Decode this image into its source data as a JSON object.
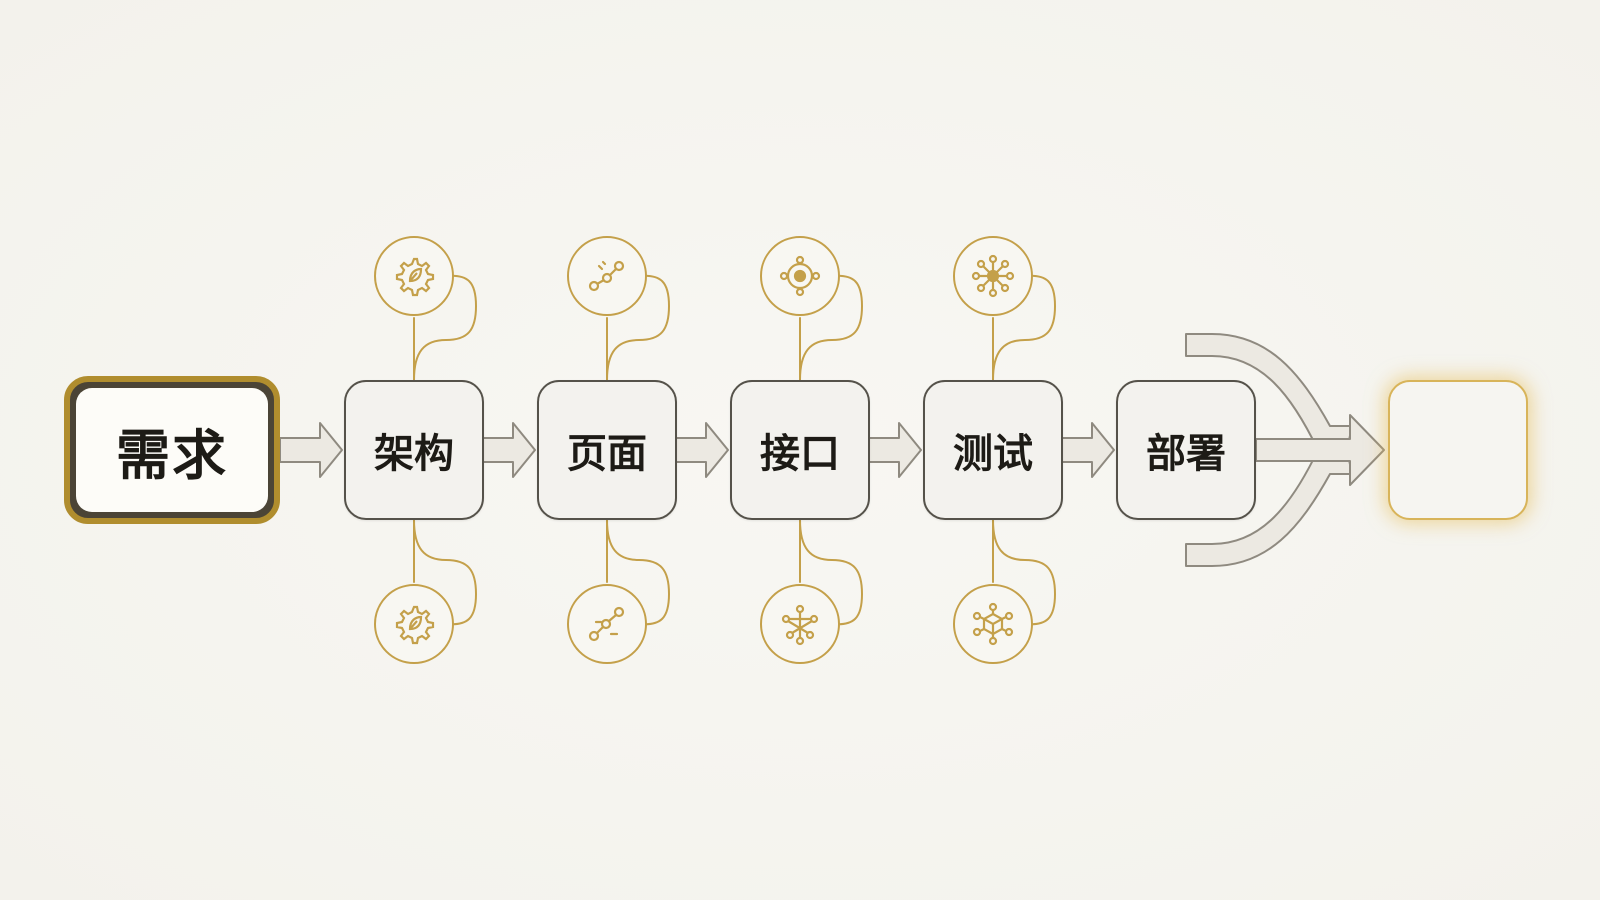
{
  "flow": {
    "start_label": "需求",
    "steps": [
      {
        "label": "架构",
        "icon_top": "gear-leaf-icon",
        "icon_bottom": "gear-leaf-icon"
      },
      {
        "label": "页面",
        "icon_top": "node-path-icon",
        "icon_bottom": "node-path-icon"
      },
      {
        "label": "接口",
        "icon_top": "gear-network-icon",
        "icon_bottom": "network-mesh-icon"
      },
      {
        "label": "测试",
        "icon_top": "hub-spoke-icon",
        "icon_bottom": "cube-network-icon"
      },
      {
        "label": "部署"
      }
    ],
    "result_label": ""
  },
  "colors": {
    "accent_gold": "#c4a04a",
    "start_border": "#b08d2e",
    "box_border": "#55524a",
    "arrow_fill": "#ece9e2",
    "arrow_stroke": "#8f8a80",
    "glow": "#e6be5a"
  }
}
